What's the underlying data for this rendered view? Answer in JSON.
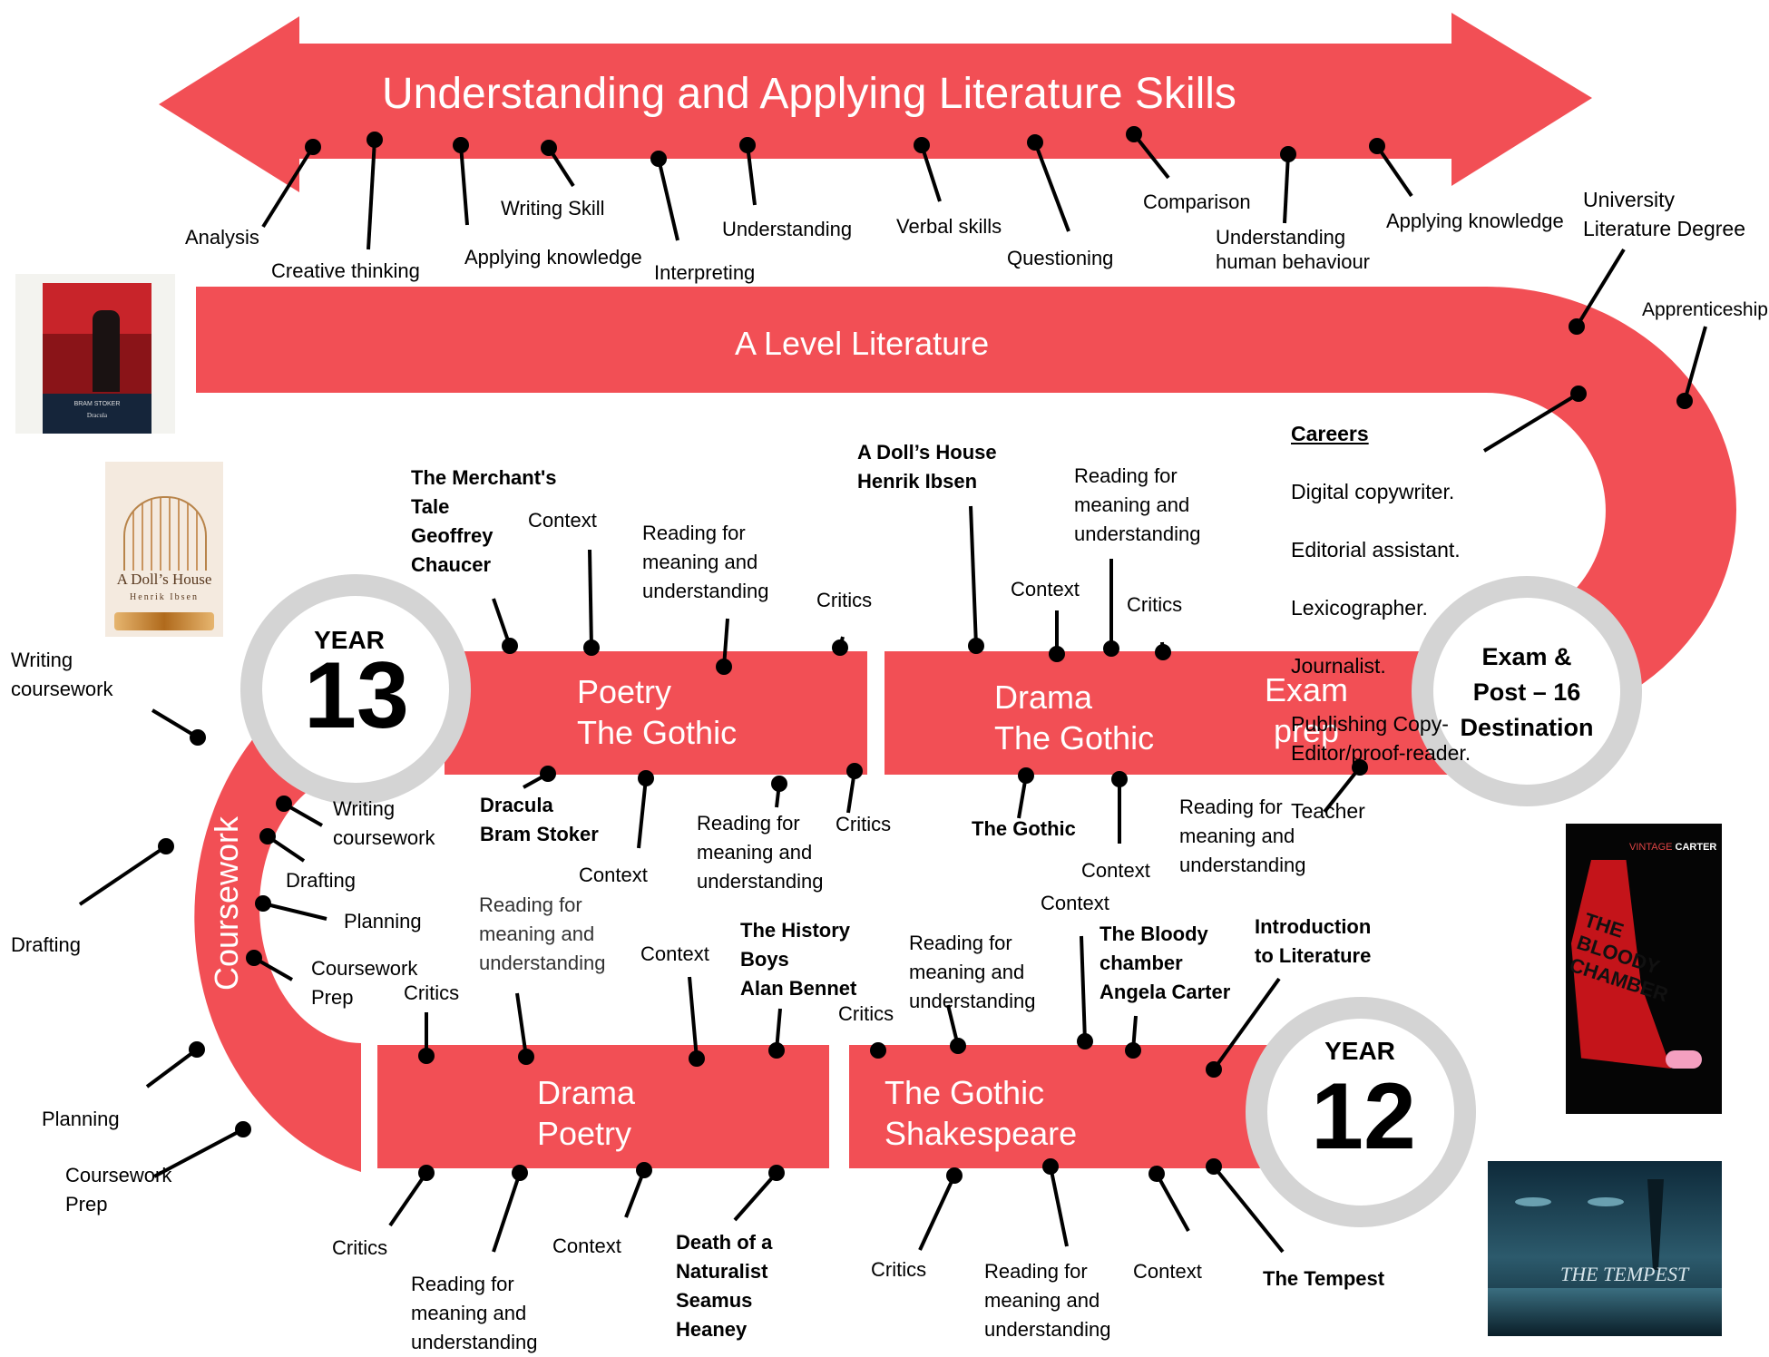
{
  "title": "Understanding and Applying Literature  Skills",
  "colors": {
    "band": "#f24f55",
    "ring": "#d4d4d4",
    "line": "#000000"
  },
  "bands": {
    "a_level": "A Level Literature",
    "y13_poetry": "Poetry\nThe Gothic",
    "y13_drama": "Drama\nThe Gothic",
    "exam_prep": "Exam\nprep",
    "coursework": "Coursework",
    "y12_drama_poetry": "Drama\nPoetry",
    "y12_gothic": "The Gothic\nShakespeare"
  },
  "circles": {
    "y13_word": "YEAR",
    "y13_num": "13",
    "y12_word": "YEAR",
    "y12_num": "12",
    "exam": "Exam &\nPost – 16\nDestination"
  },
  "skills": [
    "Analysis",
    "Creative thinking",
    "Writing Skill",
    "Applying knowledge",
    "Interpreting",
    "Understanding",
    "Verbal skills",
    "Questioning",
    "Comparison",
    "Understanding\nhuman behaviour",
    "Applying knowledge"
  ],
  "destinations": {
    "university": "University\nLiterature Degree",
    "apprenticeship": "Apprenticeship"
  },
  "careers": {
    "title": "Careers",
    "items": [
      "Digital copywriter.",
      "Editorial assistant.",
      "Lexicographer.",
      "Journalist.",
      "Publishing Copy-\nEditor/proof-reader.",
      "Teacher"
    ]
  },
  "y13_labels": {
    "merchant": "The Merchant's\nTale\nGeoffrey\nChaucer",
    "context_a": "Context",
    "reading_a": "Reading for\nmeaning and\nunderstanding",
    "critics_a": "Critics",
    "dolls_house": "A Doll’s House\nHenrik Ibsen",
    "context_b": "Context",
    "reading_b": "Reading for\nmeaning and\nunderstanding",
    "critics_b": "Critics",
    "dracula": "Dracula\nBram Stoker",
    "context_c": "Context",
    "reading_c": "Reading for\nmeaning and\nunderstanding",
    "critics_c": "Critics",
    "gothic": "The Gothic",
    "context_d": "Context",
    "reading_d": "Reading for\nmeaning and\nunderstanding"
  },
  "coursework_labels": {
    "outer_writing": "Writing\ncoursework",
    "outer_drafting": "Drafting",
    "outer_planning": "Planning",
    "outer_prep": "Coursework\nPrep",
    "inner_writing": "Writing\ncoursework",
    "inner_drafting": "Drafting",
    "inner_planning": "Planning",
    "inner_prep": "Coursework\nPrep"
  },
  "y12_labels": {
    "critics_a": "Critics",
    "reading_a": "Reading for\nmeaning and\nunderstanding",
    "context_a": "Context",
    "history_boys": "The History\nBoys\nAlan Bennet",
    "critics_b": "Critics",
    "reading_b": "Reading for\nmeaning and\nunderstanding",
    "context_b": "Context",
    "bloody_chamber": "The Bloody\nchamber\nAngela Carter",
    "intro": "Introduction\nto Literature",
    "critics_c": "Critics",
    "reading_c": "Reading for\nmeaning and\nunderstanding",
    "context_c": "Context",
    "death": "Death of a\nNaturalist\nSeamus\nHeaney",
    "critics_d": "Critics",
    "reading_d": "Reading for\nmeaning and\nunderstanding",
    "context_d": "Context",
    "tempest_label": "The Tempest"
  },
  "books": {
    "dracula_publisher": "BRAM STOKER",
    "dracula_title": "Dracula",
    "dolls_title": "A Doll’s House",
    "dolls_author": "Henrik Ibsen",
    "carter_brand": "VINTAGE",
    "carter_author": "CARTER",
    "carter_title": "THE\nBLOODY\nCHAMBER",
    "tempest_title": "THE TEMPEST"
  }
}
